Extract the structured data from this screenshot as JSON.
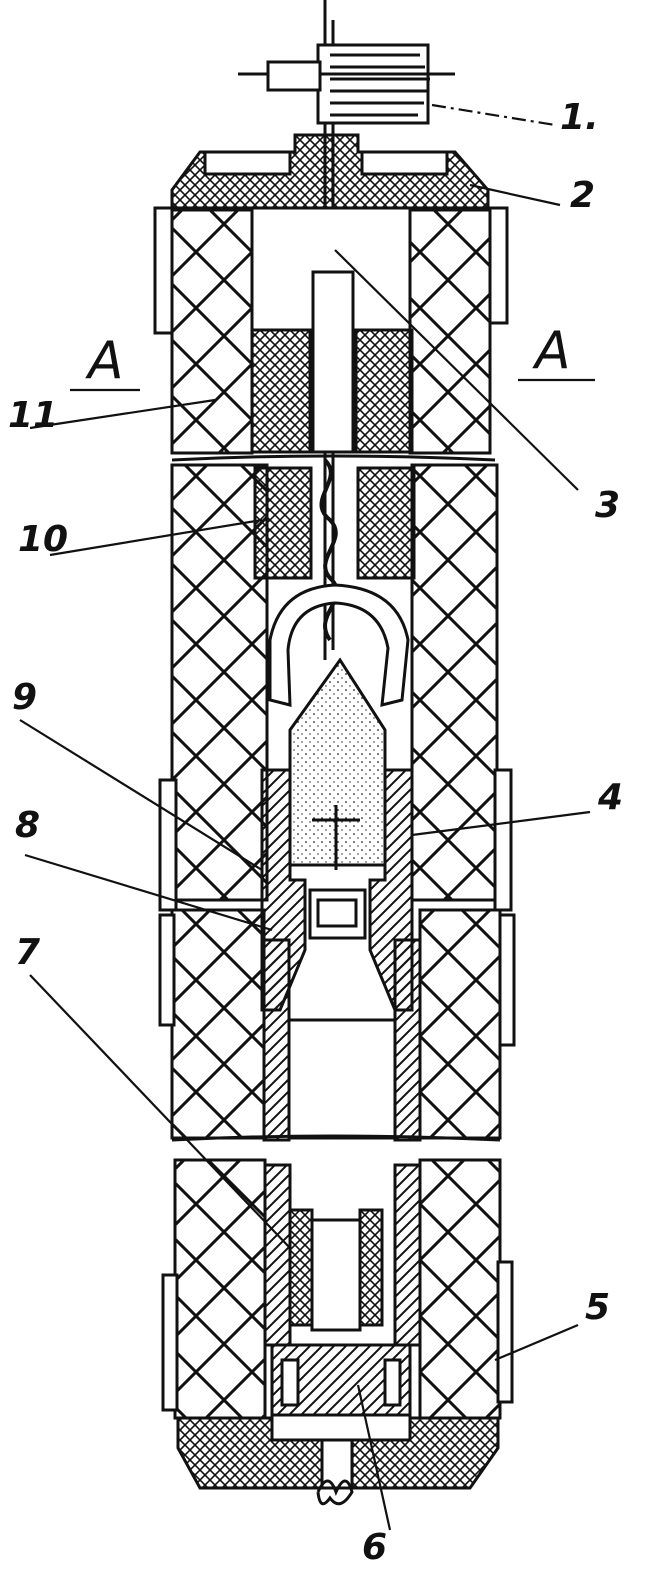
{
  "diagram": {
    "section_left": "A",
    "section_right": "A",
    "callouts": [
      "1.",
      "2",
      "3",
      "4",
      "5",
      "6",
      "7",
      "8",
      "9",
      "10",
      "11"
    ]
  }
}
